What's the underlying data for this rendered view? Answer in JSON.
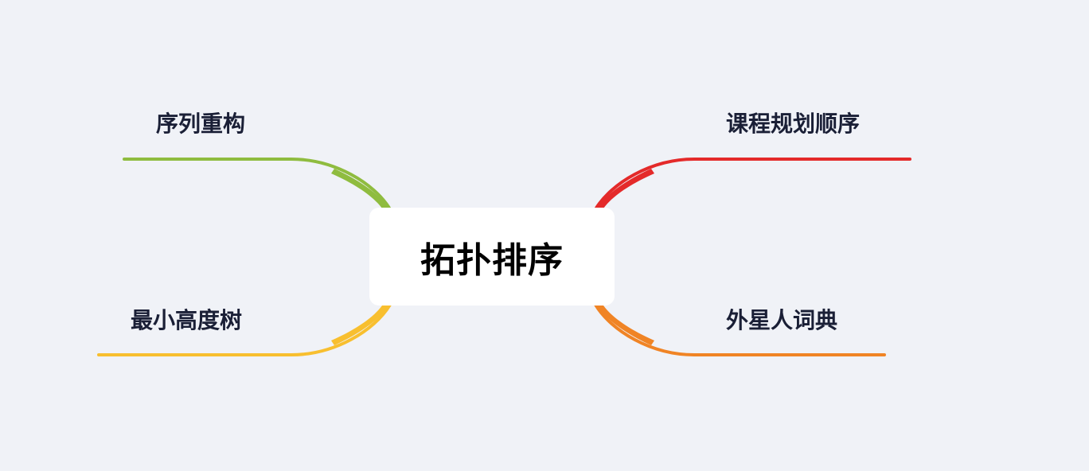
{
  "mindmap": {
    "root": {
      "label": "拓扑排序"
    },
    "branches": [
      {
        "id": "tl",
        "label": "序列重构",
        "color": "#8fbc3f"
      },
      {
        "id": "bl",
        "label": "最小高度树",
        "color": "#f8bf2f"
      },
      {
        "id": "tr",
        "label": "课程规划顺序",
        "color": "#e42a2a"
      },
      {
        "id": "br",
        "label": "外星人词典",
        "color": "#f08425"
      }
    ]
  }
}
